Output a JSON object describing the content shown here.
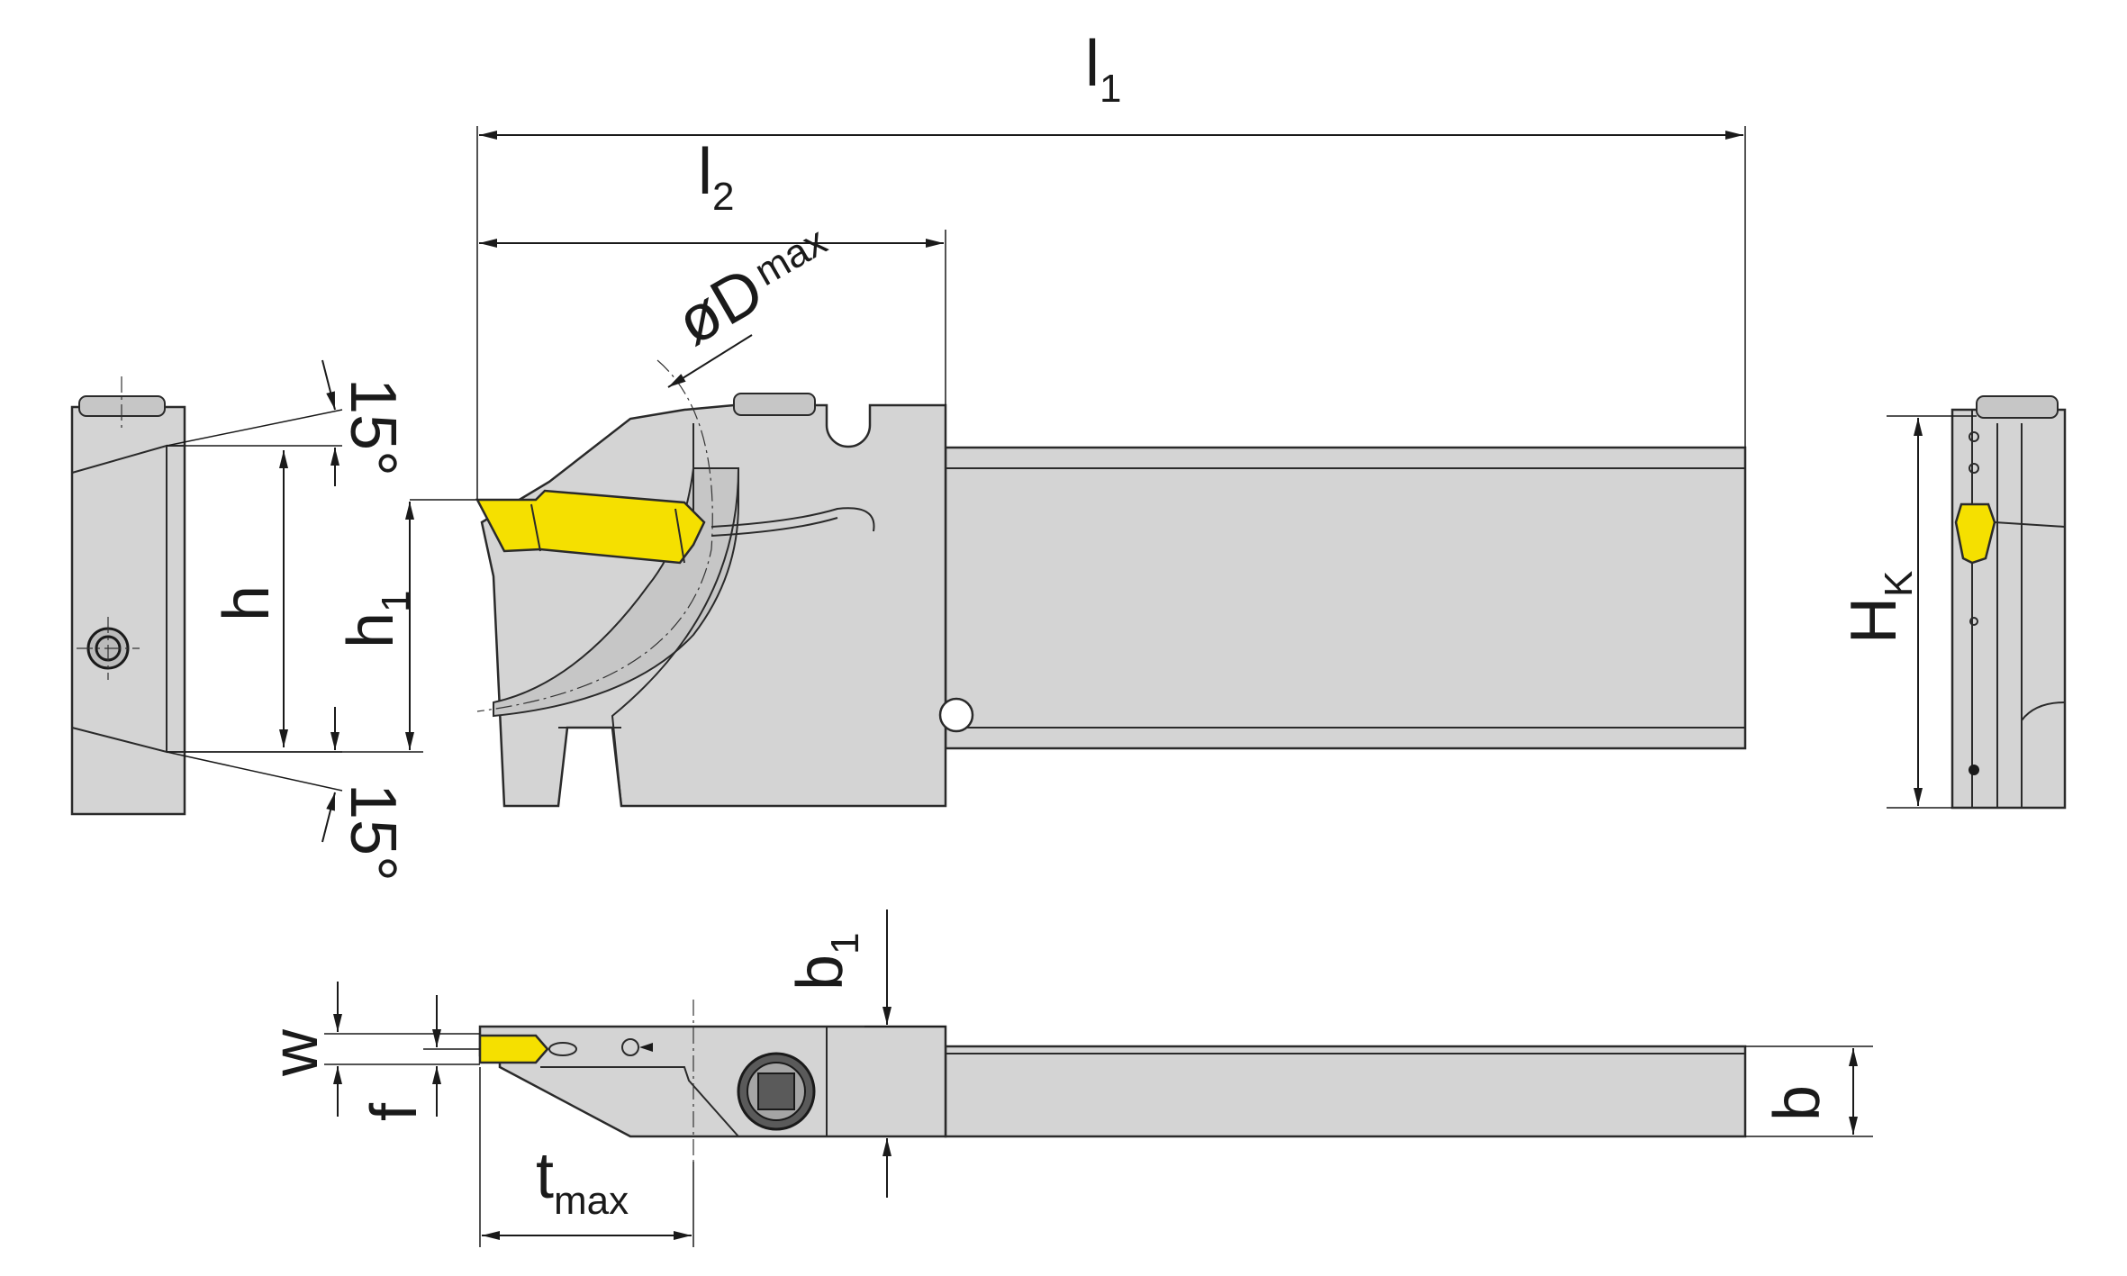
{
  "labels": {
    "l1": "l",
    "l1_sub": "1",
    "l2": "l",
    "l2_sub": "2",
    "dmax": "øD",
    "dmax_sub": "max",
    "h": "h",
    "h1": "h",
    "h1_sub": "1",
    "angle_top": "15°",
    "angle_bottom": "15°",
    "hk": "H",
    "hk_sub": "K",
    "b1": "b",
    "b1_sub": "1",
    "w": "w",
    "f": "f",
    "tmax": "t",
    "tmax_sub": "max",
    "b": "b"
  },
  "colors": {
    "body": "#d4d4d4",
    "insert": "#f5e000",
    "line": "#1a1a1a"
  }
}
